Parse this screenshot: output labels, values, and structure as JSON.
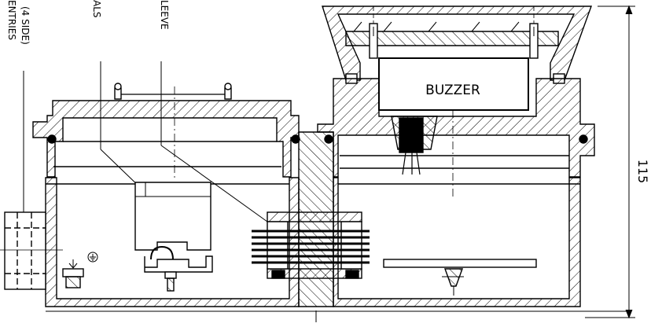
{
  "labels": {
    "entries_line1": "ENTRIES",
    "entries_line2": "(4 SIDE)",
    "seals": "ALS",
    "sleeve": "LEEVE",
    "buzzer": "BUZZER",
    "dimension": "115"
  },
  "colors": {
    "line": "#000000",
    "hatch": "#000000",
    "background": "#ffffff"
  },
  "icons": {
    "earth": "earth-ground-icon"
  }
}
